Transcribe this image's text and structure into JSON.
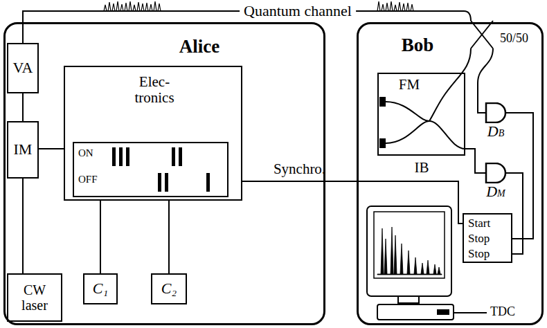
{
  "diagram": {
    "nodes": [
      {
        "text": [
          "Alice"
        ]
      },
      {
        "text": [
          "VA"
        ],
        "in": 0
      },
      {
        "text": [
          "IM"
        ],
        "in": 0
      },
      {
        "text": [
          "CW laser"
        ],
        "in": 0
      },
      {
        "text": [
          "Elec- tronics"
        ],
        "in": 0
      },
      {
        "text": [
          "ON",
          "OFF"
        ],
        "in": 4
      },
      {
        "text": [
          "C₁"
        ],
        "in": 0
      },
      {
        "text": [
          "C₂"
        ],
        "in": 0
      },
      {
        "text": [
          "Bob"
        ]
      },
      {
        "text": [
          "FM",
          "IB"
        ],
        "in": 8
      },
      {
        "text": [
          "DB"
        ],
        "in": 8
      },
      {
        "text": [
          "DM"
        ],
        "in": 8
      },
      {
        "text": [
          "Start",
          "Stop",
          "Stop"
        ],
        "in": 8
      }
    ],
    "edges": [
      {
        "from": 3,
        "to": 2,
        "arrow": "none"
      },
      {
        "from": 2,
        "to": 1,
        "arrow": "none"
      },
      {
        "from": 4,
        "to": 2,
        "arrow": "none"
      },
      {
        "from": 6,
        "to": 4,
        "arrow": "none"
      },
      {
        "from": 7,
        "to": 4,
        "arrow": "none"
      },
      {
        "from": 4,
        "to": 12,
        "label": "Synchro.",
        "arrow": "none"
      },
      {
        "from": 9,
        "to": 11,
        "arrow": "none"
      },
      {
        "from": 10,
        "to": 12,
        "arrow": "none"
      },
      {
        "from": 11,
        "to": 12,
        "arrow": "none"
      }
    ],
    "labels": [
      "Quantum channel",
      "50/50",
      "TDC"
    ]
  }
}
